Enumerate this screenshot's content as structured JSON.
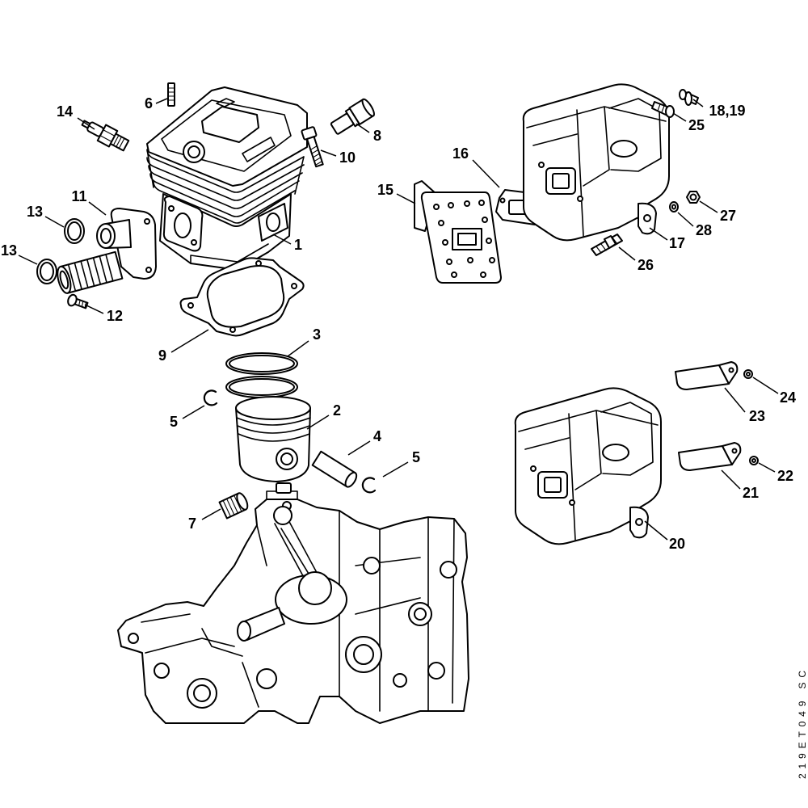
{
  "diagram": {
    "callouts": [
      {
        "label": "14"
      },
      {
        "label": "6"
      },
      {
        "label": "8"
      },
      {
        "label": "10"
      },
      {
        "label": "11"
      },
      {
        "label": "13"
      },
      {
        "label": "13"
      },
      {
        "label": "1"
      },
      {
        "label": "12"
      },
      {
        "label": "9"
      },
      {
        "label": "3"
      },
      {
        "label": "2"
      },
      {
        "label": "5"
      },
      {
        "label": "4"
      },
      {
        "label": "5"
      },
      {
        "label": "7"
      },
      {
        "label": "16"
      },
      {
        "label": "15"
      },
      {
        "label": "18,19"
      },
      {
        "label": "25"
      },
      {
        "label": "27"
      },
      {
        "label": "28"
      },
      {
        "label": "17"
      },
      {
        "label": "26"
      },
      {
        "label": "24"
      },
      {
        "label": "23"
      },
      {
        "label": "22"
      },
      {
        "label": "21"
      },
      {
        "label": "20"
      }
    ],
    "reference_code": "219ET049 SC"
  },
  "colors": {
    "line": "#000000",
    "background": "#ffffff"
  }
}
